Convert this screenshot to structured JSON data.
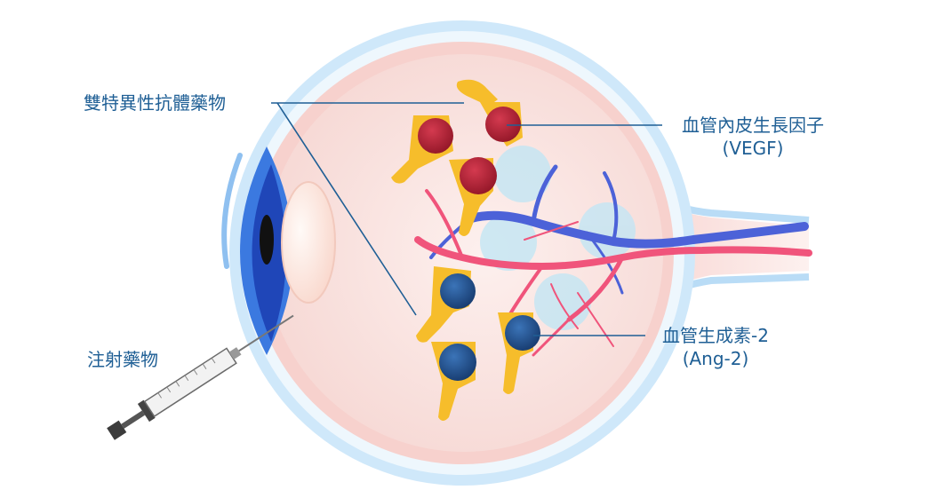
{
  "labels": {
    "bispecific_antibody": "雙特異性抗體藥物",
    "vegf_name": "血管內皮生長因子",
    "vegf_abbr": "(VEGF)",
    "injection": "注射藥物",
    "ang2_name": "血管生成素-2",
    "ang2_abbr": "(Ang-2)"
  },
  "colors": {
    "leader_line": "#1f5f95",
    "label_text": "#1f5f95",
    "sclera_outer": "#b9dcf6",
    "retina": "#f7d6d3",
    "vitreous": "#fbe9e7",
    "cornea": "#2f6fd6",
    "iris": "#1f46b8",
    "lens": "#fde7e0",
    "artery": "#f0547b",
    "vein": "#4c62d8",
    "antibody_yellow": "#f6bd2b",
    "vegf_red": "#b61f36",
    "ang2_blue": "#24528f",
    "receptor_halo": "#bfe6f5"
  }
}
